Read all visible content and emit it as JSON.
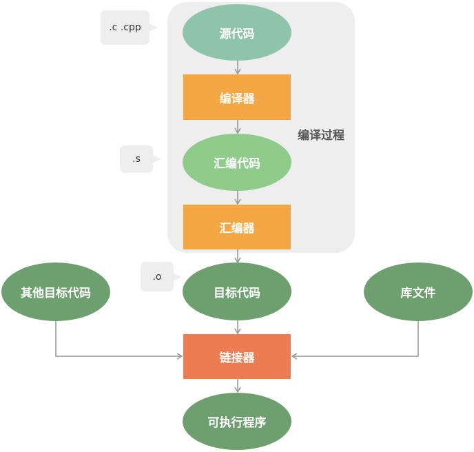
{
  "group": {
    "label": "编译过程"
  },
  "callouts": {
    "source_ext": ".c .cpp",
    "asm_ext": ".s",
    "obj_ext": ".o"
  },
  "nodes": {
    "source_code": "源代码",
    "compiler": "编译器",
    "assembly_code": "汇编代码",
    "assembler": "汇编器",
    "object_code": "目标代码",
    "other_object_code": "其他目标代码",
    "library_files": "库文件",
    "linker": "链接器",
    "executable": "可执行程序"
  },
  "colors": {
    "group_bg": "#eeeeee",
    "source_code": "#8ec4a9",
    "assembly_code": "#8fcc8c",
    "object_code": "#6e9f6f",
    "tool_box": "#f4a742",
    "linker": "#ec7d52",
    "arrow": "#999999"
  }
}
